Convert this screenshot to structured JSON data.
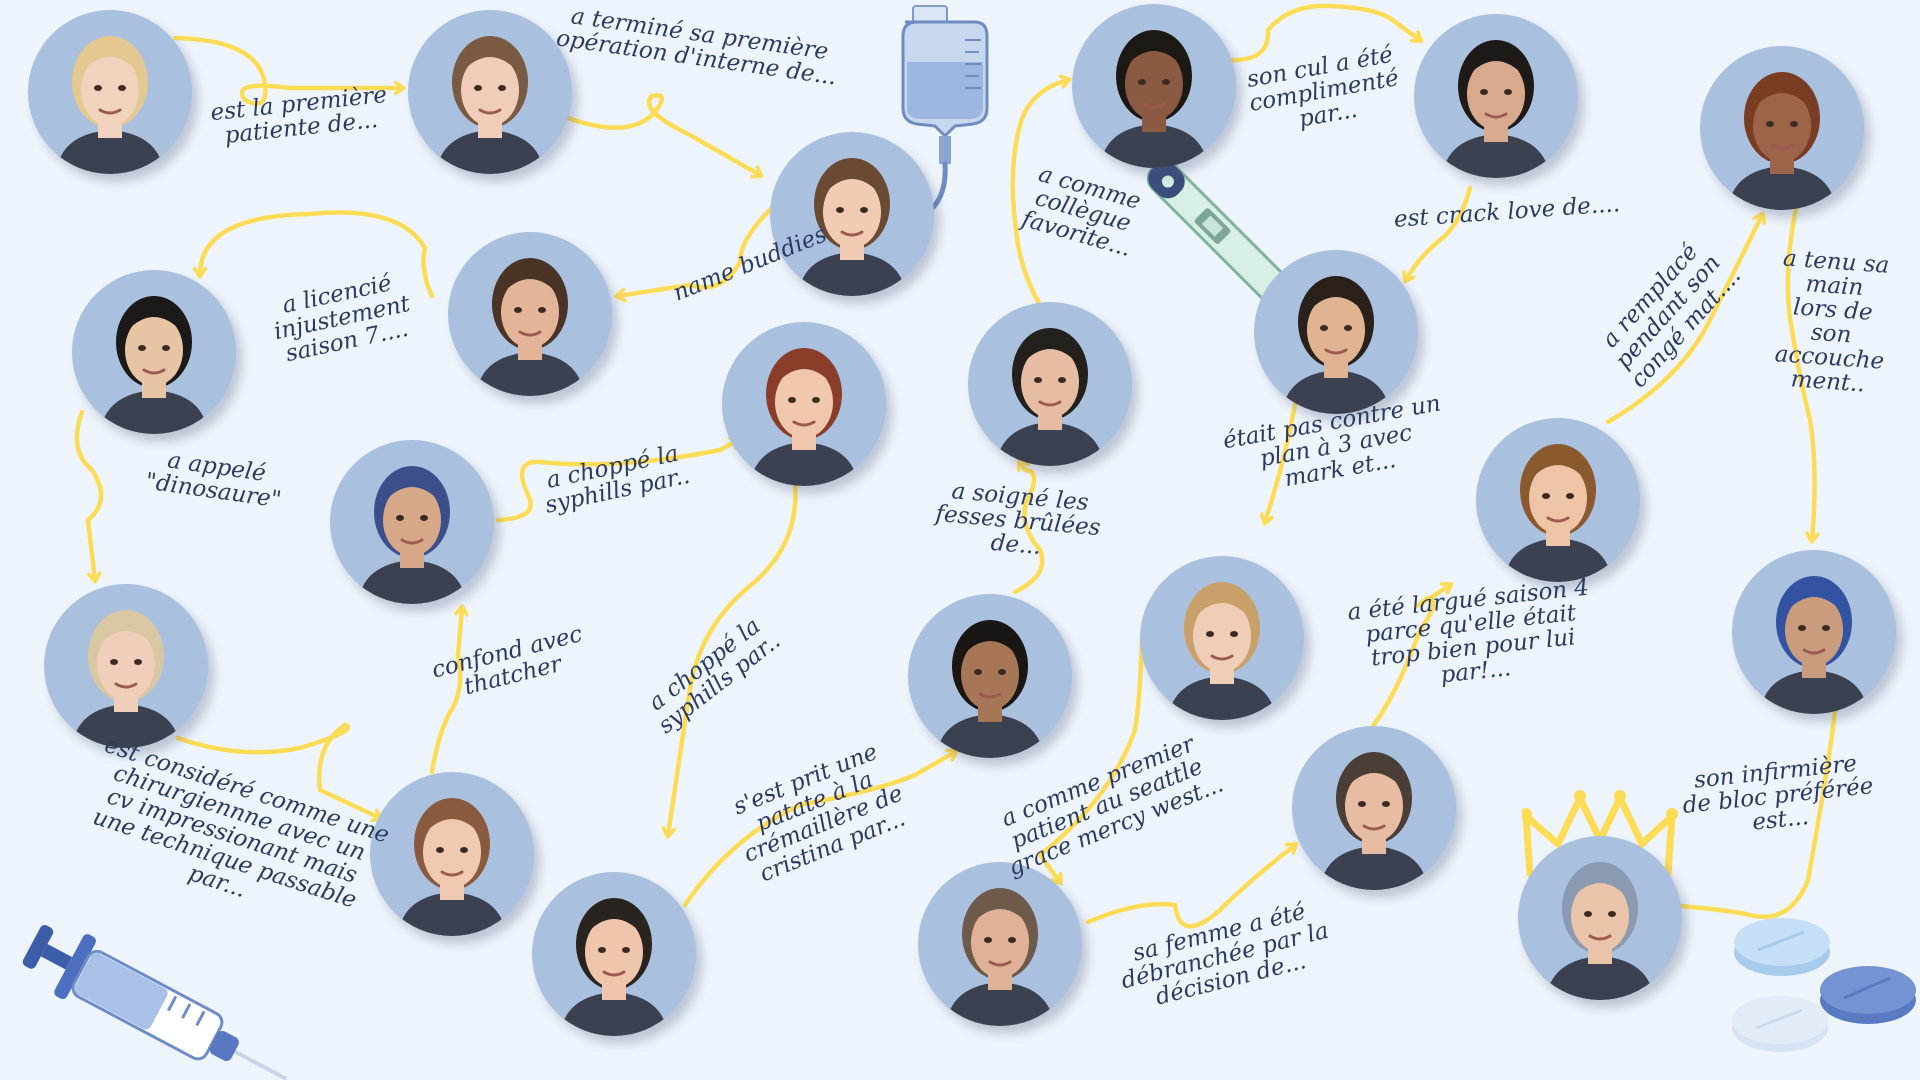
{
  "colors": {
    "background": "#eef4fb",
    "node": "#a9c0df",
    "arrow": "#fddc55",
    "text": "#2b3a60"
  },
  "portraits": [
    {
      "name": "portrait-blonde-woman-1",
      "hair": "#e3c88f",
      "skin": "#f1d2bd"
    },
    {
      "name": "portrait-brunette-woman-2",
      "hair": "#7a5a42",
      "skin": "#f0cdb8"
    },
    {
      "name": "portrait-brunette-woman-3",
      "hair": "#6b4a33",
      "skin": "#f2cbb4"
    },
    {
      "name": "portrait-dark-haired-woman-4",
      "hair": "#1c1814",
      "skin": "#8a5a42"
    },
    {
      "name": "portrait-dark-haired-man-5",
      "hair": "#1d1a18",
      "skin": "#d9a98e"
    },
    {
      "name": "portrait-woman-6",
      "hair": "#7a3d24",
      "skin": "#9c6448"
    },
    {
      "name": "portrait-man-7",
      "hair": "#4a3426",
      "skin": "#e3b497"
    },
    {
      "name": "portrait-dark-haired-woman-8",
      "hair": "#1c1a18",
      "skin": "#e7c4a4"
    },
    {
      "name": "portrait-redhead-woman-9",
      "hair": "#8a3e2a",
      "skin": "#f0c6ad"
    },
    {
      "name": "portrait-man-10",
      "hair": "#24201c",
      "skin": "#e6bca3"
    },
    {
      "name": "portrait-short-haired-woman-11",
      "hair": "#2a211b",
      "skin": "#e0b493"
    },
    {
      "name": "portrait-man-scrub-cap-12",
      "hair": "#3d4f8a",
      "skin": "#d6a888"
    },
    {
      "name": "portrait-curly-haired-woman-13",
      "hair": "#8a5a2e",
      "skin": "#efc3a5"
    },
    {
      "name": "portrait-blonde-older-woman-14",
      "hair": "#d9c7a2",
      "skin": "#f0cfba"
    },
    {
      "name": "portrait-man-15",
      "hair": "#1a1614",
      "skin": "#a67656"
    },
    {
      "name": "portrait-blonde-woman-16",
      "hair": "#c9a06a",
      "skin": "#efcdb6"
    },
    {
      "name": "portrait-woman-scrub-cap-17",
      "hair": "#3452a2",
      "skin": "#c99c7e"
    },
    {
      "name": "portrait-woman-18",
      "hair": "#8a5a3e",
      "skin": "#efc9b0"
    },
    {
      "name": "portrait-man-19",
      "hair": "#2a2420",
      "skin": "#efc6ab"
    },
    {
      "name": "portrait-man-20",
      "hair": "#4a3e36",
      "skin": "#e8bca2"
    },
    {
      "name": "portrait-older-man-21",
      "hair": "#6e5a4a",
      "skin": "#dfb196"
    },
    {
      "name": "portrait-older-woman-cap-22",
      "hair": "#8a9ab0",
      "skin": "#e9c4a8"
    }
  ],
  "edges": [
    {
      "label": "est la première\npatiente de..."
    },
    {
      "label": "a terminé sa première\nopération d'interne de..."
    },
    {
      "label": "name buddies"
    },
    {
      "label": "a licencié\ninjustement\nsaison 7...."
    },
    {
      "label": "a appelé\n\"dinosaure\""
    },
    {
      "label": "est considéré comme une\nchirurgiennne avec un\ncv impressionant mais\nune technique passable\npar..."
    },
    {
      "label": "confond avec\nthatcher"
    },
    {
      "label": "a choppé la\nsyphills par.."
    },
    {
      "label": "a choppé la\nsyphills par.."
    },
    {
      "label": "s'est prit une\npatate à la\ncrémaillère de\ncristina par..."
    },
    {
      "label": "a soigné les\nfesses brûlées\nde..."
    },
    {
      "label": "a comme\ncollègue\nfavorite..."
    },
    {
      "label": "son cul a été\ncomplimenté\npar..."
    },
    {
      "label": "est crack love de...."
    },
    {
      "label": "était pas contre un\nplan à 3 avec\nmark et..."
    },
    {
      "label": "a comme premier\npatient au seattle\ngrace mercy west..."
    },
    {
      "label": "sa femme a été\ndébranchée par la\ndécision de..."
    },
    {
      "label": "a été largué saison 4\nparce qu'elle était\ntrop bien pour lui\npar!..."
    },
    {
      "label": "a remplacé\npendant son\ncongé mat...."
    },
    {
      "label": "a tenu sa\nmain\nlors de\nson\naccouche\nment.."
    },
    {
      "label": "son infirmière\nde bloc préférée\nest..."
    }
  ],
  "decorations": [
    {
      "name": "iv-bag-icon"
    },
    {
      "name": "thermometer-icon"
    },
    {
      "name": "syringe-icon"
    },
    {
      "name": "crown-icon"
    },
    {
      "name": "pills-icon"
    }
  ]
}
